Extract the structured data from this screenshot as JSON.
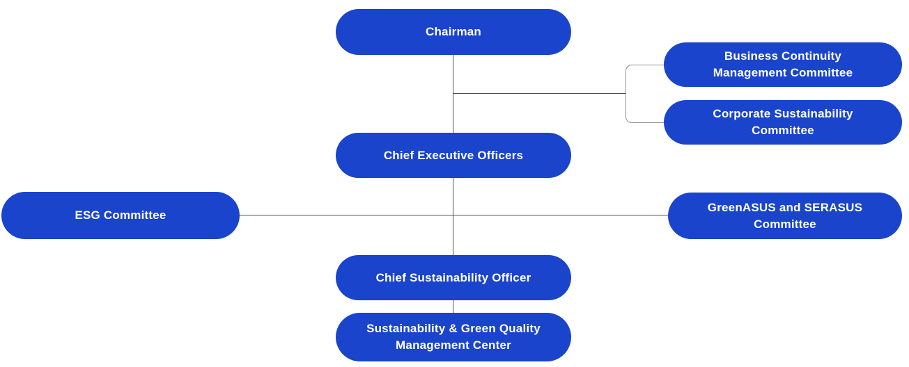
{
  "diagram": {
    "type": "org-chart",
    "description": "Sustainability governance organization chart",
    "colors": {
      "node_fill": "#1a44cc",
      "node_text": "#ffffff",
      "connector": "#4d4d4d",
      "bracket": "#8f8f8f",
      "background": "#ffffff"
    },
    "nodes": {
      "chairman": {
        "label": "Chairman"
      },
      "business_continuity": {
        "label": "Business Continuity Management Committee"
      },
      "corporate_sustainability": {
        "label": "Corporate Sustainability Committee"
      },
      "ceo": {
        "label": "Chief Executive Officers"
      },
      "esg": {
        "label": "ESG Committee"
      },
      "greenasus": {
        "label": "GreenASUS and SERASUS Committee"
      },
      "cso": {
        "label": "Chief Sustainability Officer"
      },
      "sgqmc": {
        "label": "Sustainability & Green Quality Management Center"
      }
    },
    "edges": [
      {
        "from": "Chairman",
        "to": "Chief Executive Officers"
      },
      {
        "from": "Chairman",
        "to": "Business Continuity Management Committee"
      },
      {
        "from": "Chairman",
        "to": "Corporate Sustainability Committee"
      },
      {
        "from": "Chief Executive Officers",
        "to": "ESG Committee"
      },
      {
        "from": "Chief Executive Officers",
        "to": "GreenASUS and SERASUS Committee"
      },
      {
        "from": "Chief Executive Officers",
        "to": "Chief Sustainability Officer"
      },
      {
        "from": "Chief Sustainability Officer",
        "to": "Sustainability & Green Quality Management Center"
      }
    ]
  }
}
